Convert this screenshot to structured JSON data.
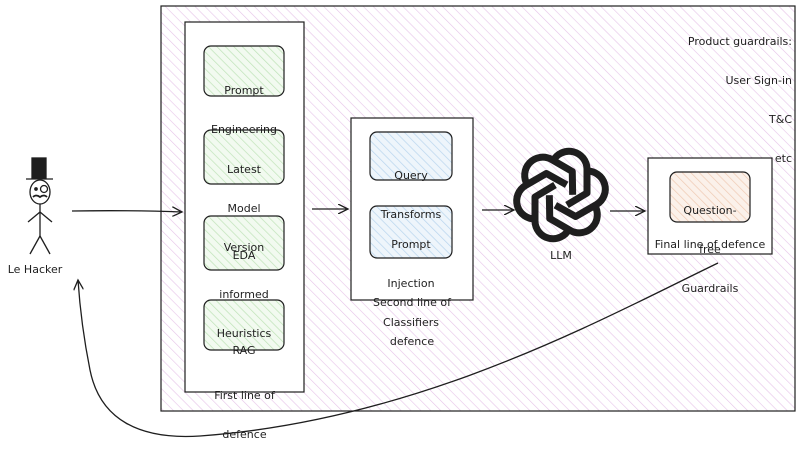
{
  "actor": {
    "label": "Le Hacker"
  },
  "outer_note": {
    "title": "Product guardrails:",
    "lines": [
      "User Sign-in",
      "T&C",
      "etc"
    ]
  },
  "first_line": {
    "caption": [
      "First line of",
      "defence"
    ],
    "items": [
      {
        "lines": [
          "Prompt",
          "Engineering"
        ]
      },
      {
        "lines": [
          "Latest",
          "Model",
          "Version"
        ]
      },
      {
        "lines": [
          "EDA",
          "informed",
          "Heuristics"
        ]
      },
      {
        "lines": [
          "RAG"
        ]
      }
    ]
  },
  "second_line": {
    "caption": [
      "Second line of",
      "defence"
    ],
    "items": [
      {
        "lines": [
          "Query",
          "Transforms"
        ]
      },
      {
        "lines": [
          "Prompt",
          "Injection",
          "Classifiers"
        ]
      }
    ]
  },
  "llm": {
    "label": "LLM",
    "icon": "openai-logo-icon"
  },
  "final_line": {
    "caption": "Final line of defence",
    "item": {
      "lines": [
        "Question-",
        "free",
        "Guardrails"
      ]
    }
  },
  "colors": {
    "outer_hatch": "#e8c7ea",
    "green_fill": "#dff2dc",
    "blue_fill": "#d8e8f5",
    "peach_fill": "#f6e2d6",
    "stroke": "#1e1e1e"
  }
}
